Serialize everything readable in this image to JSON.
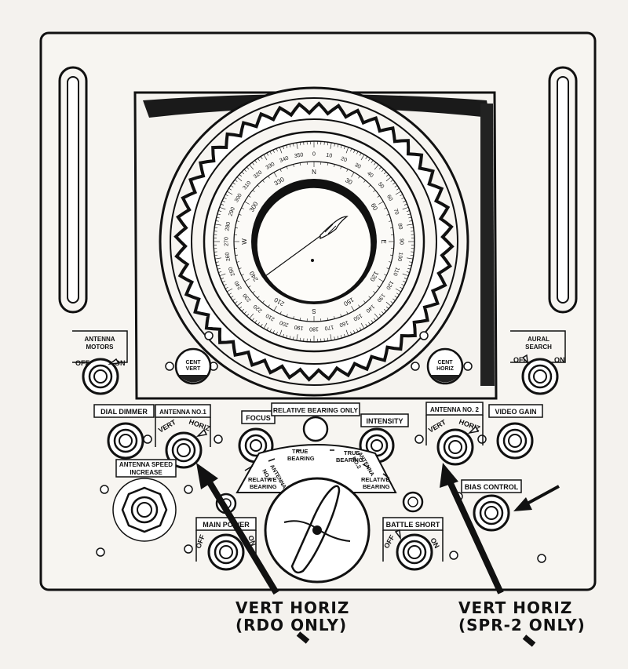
{
  "labels": {
    "antenna_motors": "ANTENNA MOTORS",
    "antenna_motors_line1": "ANTENNA",
    "antenna_motors_line2": "MOTORS",
    "off": "OFF",
    "on": "ON",
    "aural_search_line1": "AURAL",
    "aural_search_line2": "SEARCH",
    "cent_vert_line1": "CENT",
    "cent_vert_line2": "VERT",
    "cent_horiz_line1": "CENT",
    "cent_horiz_line2": "HORIZ",
    "dial_dimmer": "DIAL DIMMER",
    "antenna_no1": "ANTENNA NO.1",
    "antenna_no2": "ANTENNA NO. 2",
    "vert": "VERT",
    "horiz": "HORIZ",
    "focus": "FOCUS",
    "relative_bearing_only": "RELATIVE BEARING ONLY",
    "intensity": "INTENSITY",
    "video_gain": "VIDEO GAIN",
    "antenna_speed_line1": "ANTENNA SPEED",
    "antenna_speed_line2": "INCREASE",
    "main_power": "MAIN POWER",
    "battery_short": "BATTLE SHORT",
    "bias_control": "BIAS CONTROL",
    "selector_relative_left_1": "RELATIVE",
    "selector_relative_left_2": "BEARING",
    "selector_antenna_left": "ANTENNA",
    "selector_no1": "NO.1",
    "selector_true_left_1": "TRUE",
    "selector_true_left_2": "BEARING",
    "selector_true_right_1": "TRUE",
    "selector_true_right_2": "BEARING",
    "selector_antenna_right": "ANTENNA",
    "selector_no2": "NO.2",
    "selector_relative_right_1": "RELATIVE",
    "selector_relative_right_2": "BEARING"
  },
  "callouts": {
    "left_line1": "VERT HORIZ",
    "left_line2": "(RDO ONLY)",
    "right_line1": "VERT HORIZ",
    "right_line2": "(SPR-2 ONLY)"
  },
  "dial": {
    "outer_numbers": [
      "0",
      "10",
      "20",
      "30",
      "40",
      "50",
      "60",
      "70",
      "80",
      "90",
      "100",
      "110",
      "120",
      "130",
      "140",
      "150",
      "160",
      "170",
      "180",
      "190",
      "200",
      "210",
      "220",
      "230",
      "240",
      "250",
      "260",
      "270",
      "280",
      "290",
      "300",
      "310",
      "320",
      "330",
      "340",
      "350"
    ],
    "inner_numbers": [
      "N",
      "30",
      "60",
      "E",
      "120",
      "150",
      "S",
      "210",
      "240",
      "W",
      "300",
      "330"
    ]
  }
}
